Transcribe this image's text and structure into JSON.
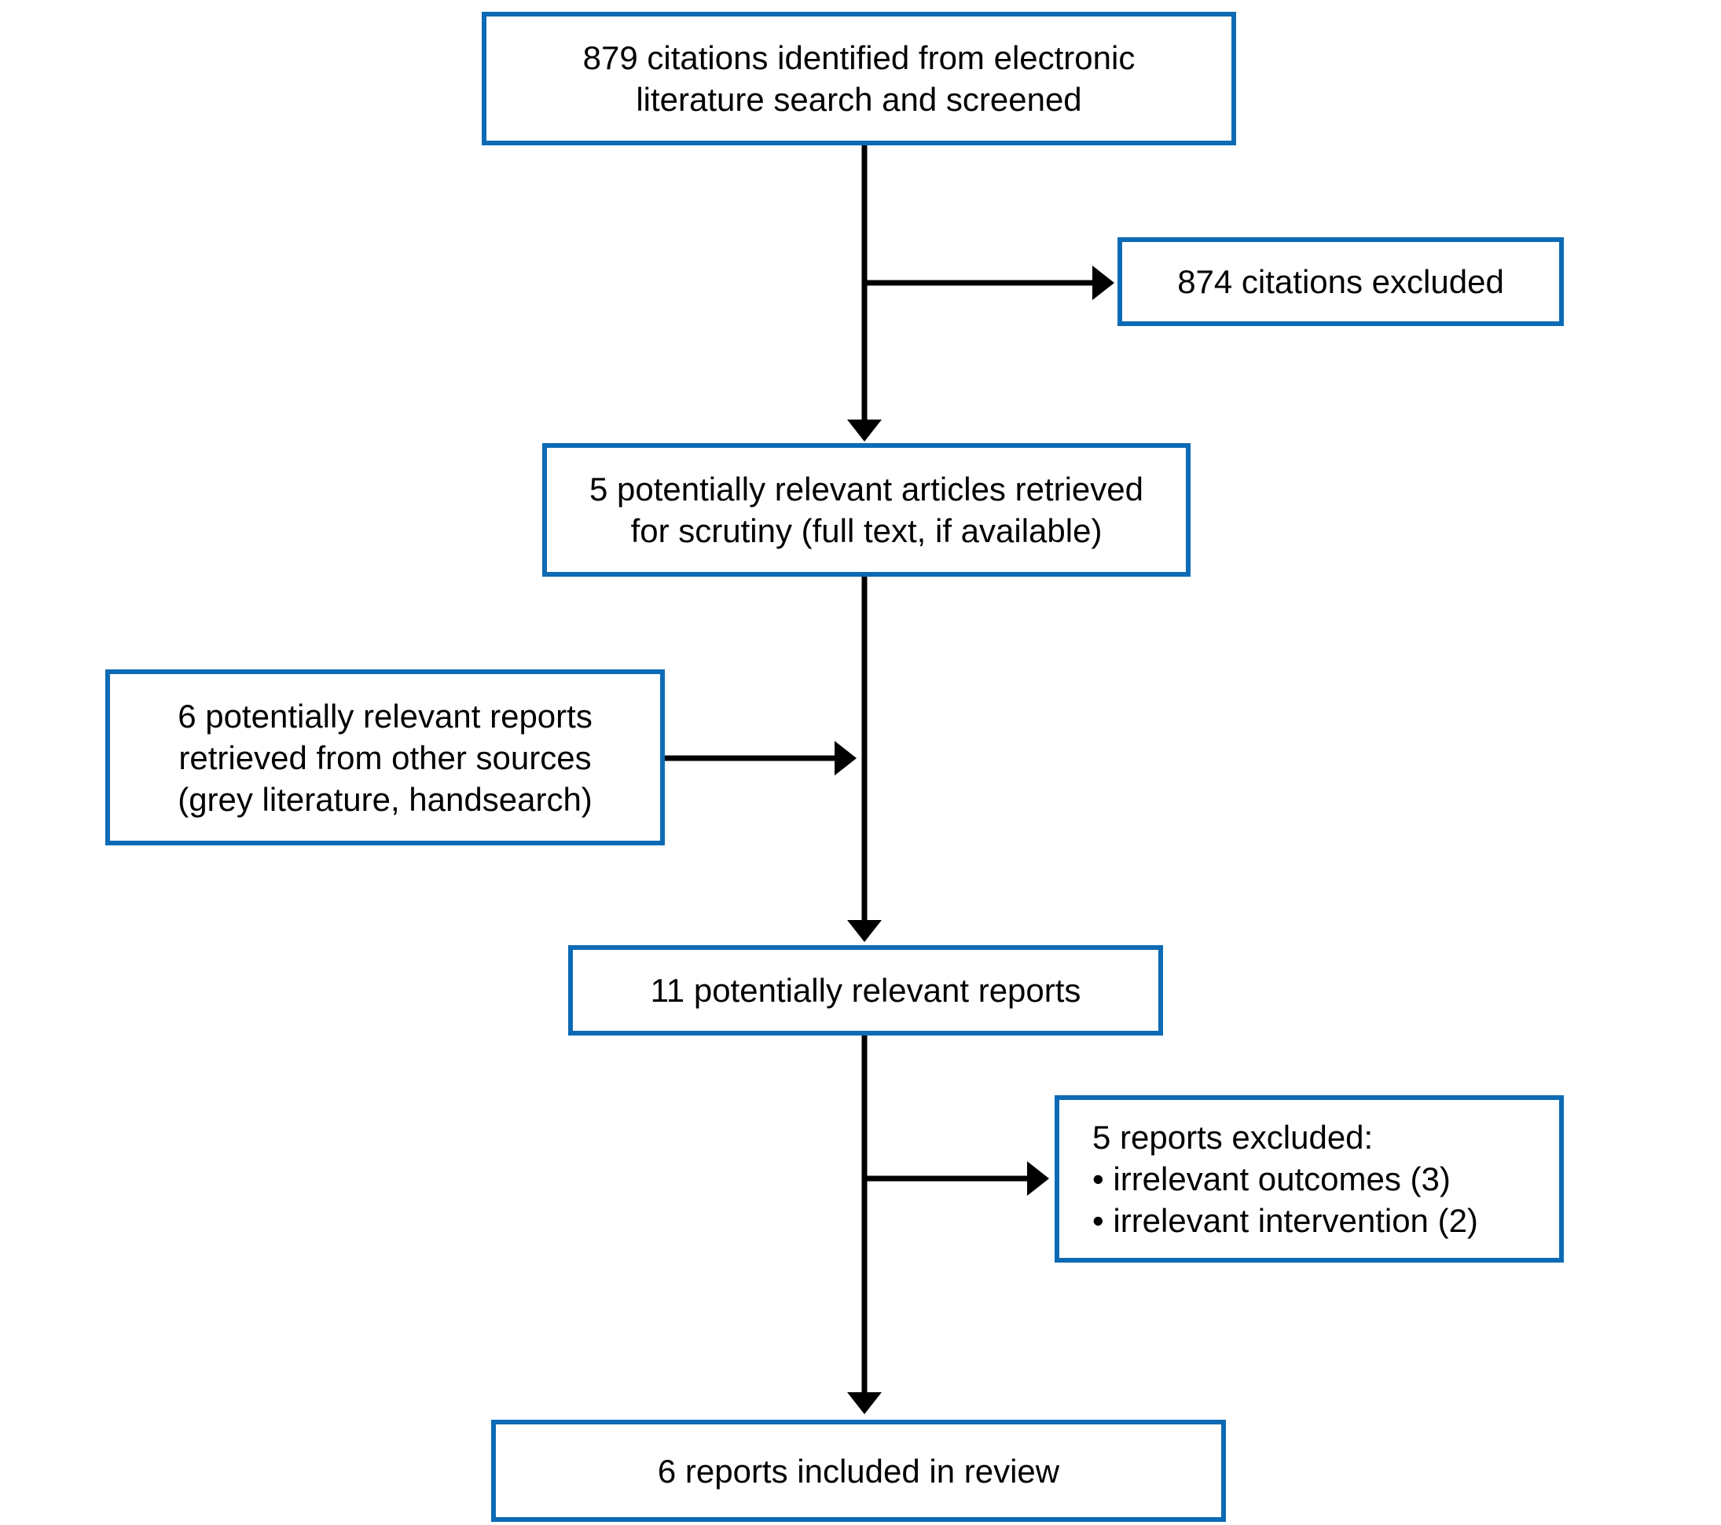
{
  "colors": {
    "box_border": "#0d6bb5",
    "arrow": "#000000",
    "text": "#000000",
    "background": "#ffffff"
  },
  "boxes": {
    "identified": {
      "lines": [
        "879 citations identified from electronic",
        "literature search and screened"
      ]
    },
    "citations_excluded": {
      "lines": [
        "874 citations excluded"
      ]
    },
    "retrieved": {
      "lines": [
        "5 potentially relevant articles retrieved",
        "for scrutiny (full text, if available)"
      ]
    },
    "other_sources": {
      "lines": [
        "6 potentially relevant reports",
        "retrieved from other sources",
        "(grey literature, handsearch)"
      ]
    },
    "relevant_reports": {
      "lines": [
        "11 potentially relevant reports"
      ]
    },
    "reports_excluded": {
      "lines": [
        "5 reports excluded:",
        "• irrelevant outcomes (3)",
        "• irrelevant intervention (2)"
      ]
    },
    "included": {
      "lines": [
        "6 reports included in review"
      ]
    }
  }
}
